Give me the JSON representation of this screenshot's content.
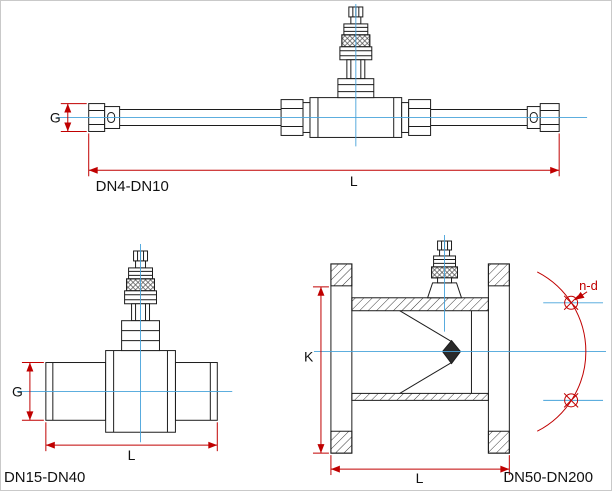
{
  "page": {
    "background": "#ffffff",
    "border_color": "#c9c9c9"
  },
  "colors": {
    "outline": "#1c1c1c",
    "dimension": "#c00000",
    "centerline": "#46a2da",
    "label": "#111111"
  },
  "drawings": {
    "small": {
      "name": "DN4-DN10",
      "dims": {
        "g": "G",
        "l": "L"
      }
    },
    "medium": {
      "name": "DN15-DN40",
      "dims": {
        "g": "G",
        "l": "L"
      }
    },
    "large": {
      "name": "DN50-DN200",
      "dims": {
        "k": "K",
        "l": "L",
        "bolt": "n-d"
      }
    }
  }
}
